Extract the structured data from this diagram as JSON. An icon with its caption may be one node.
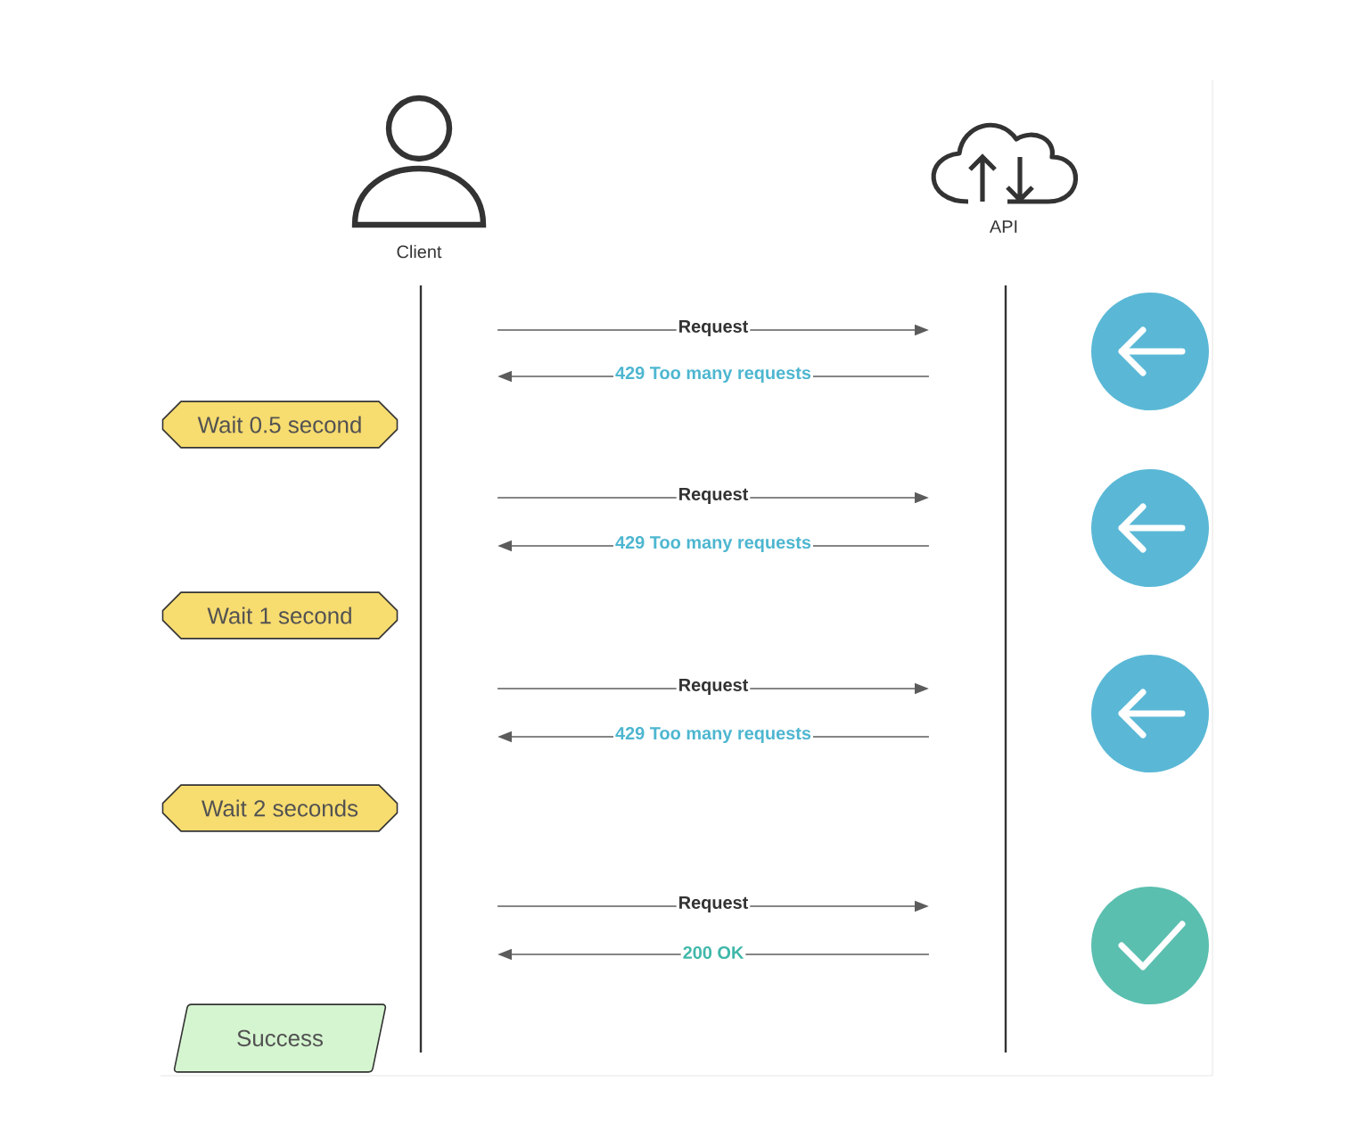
{
  "diagram": {
    "nodes": [
      {
        "text": [
          "Client"
        ]
      },
      {
        "text": [
          "API"
        ]
      },
      {
        "text": [
          "Wait 0.5 second"
        ]
      },
      {
        "text": [
          "Wait 1 second"
        ]
      },
      {
        "text": [
          "Wait 2 seconds"
        ]
      },
      {
        "text": [
          "Success"
        ]
      }
    ],
    "edges": [
      {
        "from": 0,
        "to": 1,
        "arrow": "to",
        "label": "Request"
      },
      {
        "from": 1,
        "to": 0,
        "arrow": "to",
        "label": "429 Too many requests"
      },
      {
        "from": 0,
        "to": 1,
        "arrow": "to",
        "label": "Request"
      },
      {
        "from": 1,
        "to": 0,
        "arrow": "to",
        "label": "429 Too many requests"
      },
      {
        "from": 0,
        "to": 1,
        "arrow": "to",
        "label": "Request"
      },
      {
        "from": 1,
        "to": 0,
        "arrow": "to",
        "label": "429 Too many requests"
      },
      {
        "from": 0,
        "to": 1,
        "arrow": "to",
        "label": "Request"
      },
      {
        "from": 1,
        "to": 0,
        "arrow": "to",
        "label": "200 OK"
      }
    ]
  }
}
